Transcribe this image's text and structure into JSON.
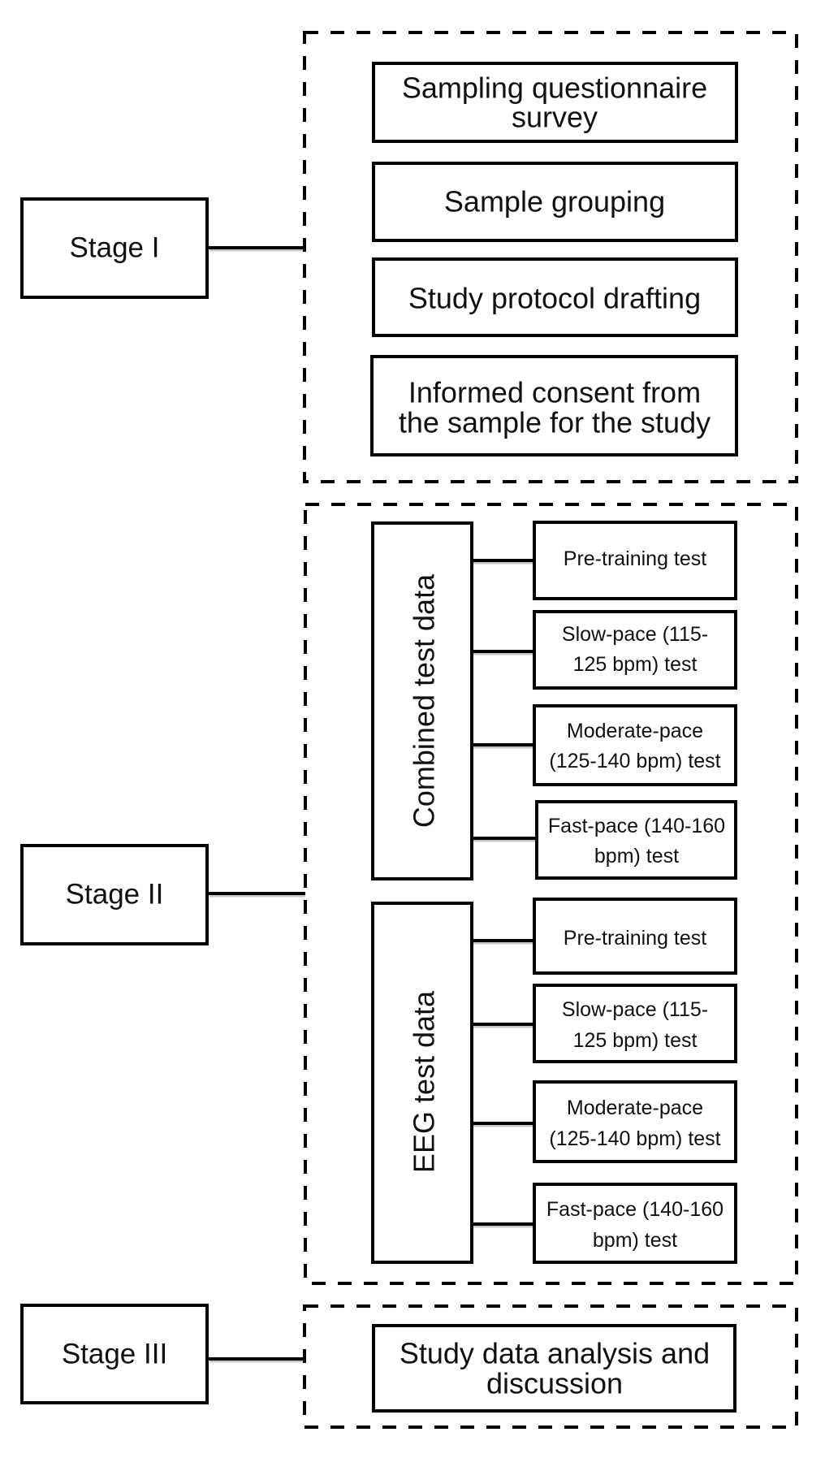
{
  "diagram": {
    "type": "flowchart",
    "stages": [
      {
        "label": "Stage I",
        "steps": [
          {
            "lines": [
              "Sampling questionnaire",
              "survey"
            ]
          },
          {
            "lines": [
              "Sample grouping"
            ]
          },
          {
            "lines": [
              "Study protocol drafting"
            ]
          },
          {
            "lines": [
              "Informed consent from",
              "the sample for the study"
            ]
          }
        ]
      },
      {
        "label": "Stage II",
        "groups": [
          {
            "label": "Combined test data",
            "tests": [
              {
                "lines": [
                  "Pre-training test"
                ]
              },
              {
                "lines": [
                  "Slow-pace (115-",
                  "125 bpm) test"
                ]
              },
              {
                "lines": [
                  "Moderate-pace",
                  "(125-140 bpm) test"
                ]
              },
              {
                "lines": [
                  "Fast-pace (140-160",
                  "bpm) test"
                ]
              }
            ]
          },
          {
            "label": "EEG test data",
            "tests": [
              {
                "lines": [
                  "Pre-training test"
                ]
              },
              {
                "lines": [
                  "Slow-pace (115-",
                  "125 bpm) test"
                ]
              },
              {
                "lines": [
                  "Moderate-pace",
                  "(125-140 bpm) test"
                ]
              },
              {
                "lines": [
                  "Fast-pace (140-160",
                  "bpm) test"
                ]
              }
            ]
          }
        ]
      },
      {
        "label": "Stage III",
        "steps": [
          {
            "lines": [
              "Study data analysis and",
              "discussion"
            ]
          }
        ]
      }
    ],
    "colors": {
      "stroke": "#000000",
      "background": "#ffffff",
      "text": "#111111"
    }
  }
}
